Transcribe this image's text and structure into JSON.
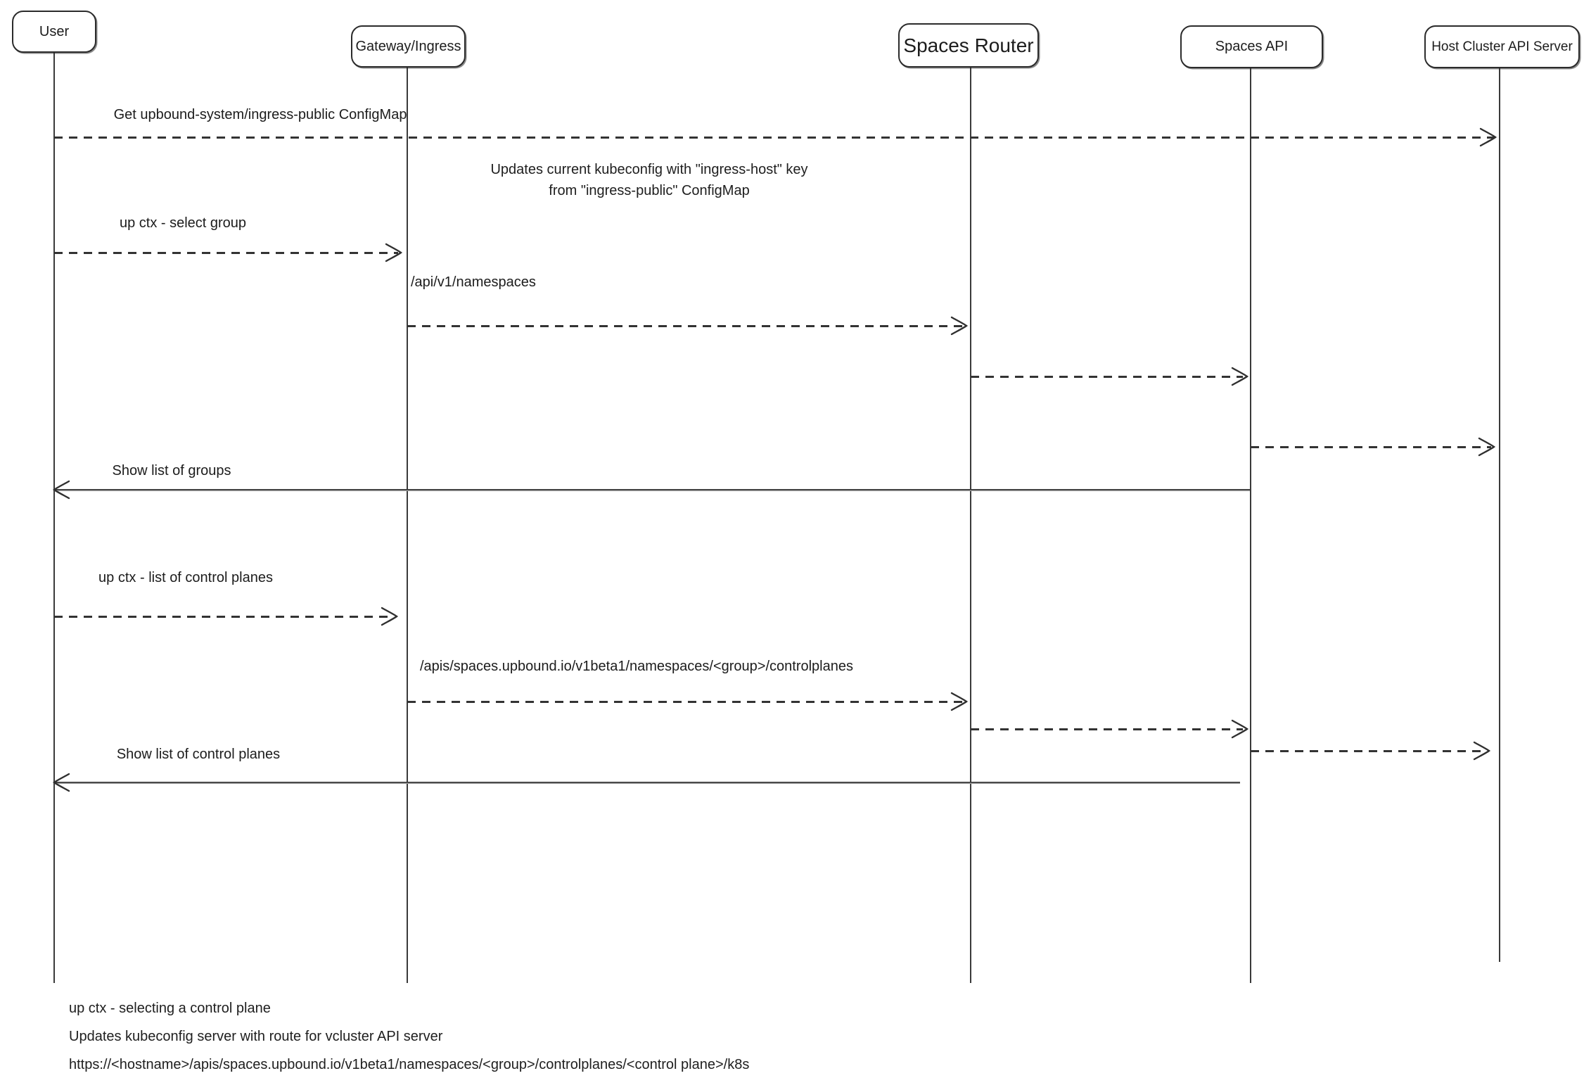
{
  "diagram": {
    "type": "sequence-diagram",
    "actors": [
      {
        "id": "user",
        "label": "User"
      },
      {
        "id": "gateway",
        "label": "Gateway/Ingress"
      },
      {
        "id": "spaces-router",
        "label": "Spaces Router"
      },
      {
        "id": "spaces-api",
        "label": "Spaces API"
      },
      {
        "id": "host-cluster",
        "label": "Host Cluster API Server"
      }
    ],
    "messages": [
      {
        "from": "user",
        "to": "host-cluster",
        "style": "dashed",
        "label": "Get upbound-system/ingress-public ConfigMap"
      },
      {
        "from": "user",
        "to": "gateway",
        "style": "dashed",
        "label": "up ctx - select group"
      },
      {
        "from": "gateway",
        "to": "spaces-router",
        "style": "dashed",
        "label": "/api/v1/namespaces"
      },
      {
        "from": "spaces-router",
        "to": "spaces-api",
        "style": "dashed",
        "label": ""
      },
      {
        "from": "spaces-api",
        "to": "host-cluster",
        "style": "dashed",
        "label": ""
      },
      {
        "from": "spaces-api",
        "to": "user",
        "style": "solid",
        "label": "Show list of groups"
      },
      {
        "from": "user",
        "to": "gateway",
        "style": "dashed",
        "label": "up ctx - list of control planes"
      },
      {
        "from": "gateway",
        "to": "spaces-router",
        "style": "dashed",
        "label": "/apis/spaces.upbound.io/v1beta1/namespaces/<group>/controlplanes"
      },
      {
        "from": "spaces-router",
        "to": "spaces-api",
        "style": "dashed",
        "label": ""
      },
      {
        "from": "spaces-api",
        "to": "host-cluster",
        "style": "dashed",
        "label": ""
      },
      {
        "from": "spaces-api",
        "to": "user",
        "style": "solid",
        "label": "Show list of control planes"
      }
    ],
    "note": {
      "line1": "Updates current kubeconfig with \"ingress-host\" key",
      "line2": "from \"ingress-public\" ConfigMap"
    },
    "footnotes": [
      "up ctx - selecting a control plane",
      "Updates kubeconfig server with route for vcluster API server",
      "https://<hostname>/apis/spaces.upbound.io/v1beta1/namespaces/<group>/controlplanes/<control plane>/k8s"
    ],
    "colors": {
      "stroke": "#2b2b2b",
      "text": "#1c1c1c",
      "background": "#ffffff"
    }
  }
}
